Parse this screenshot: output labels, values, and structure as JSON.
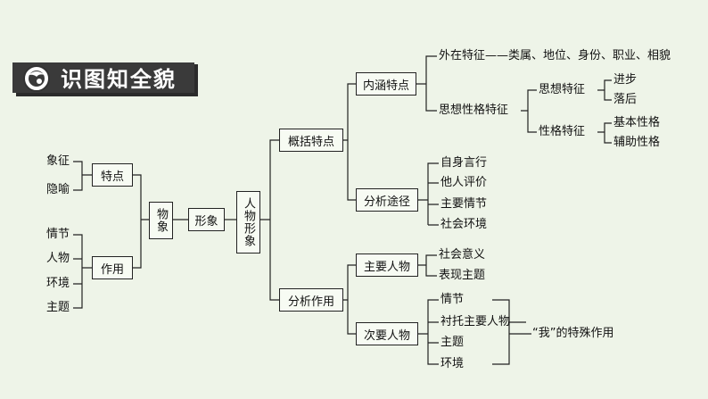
{
  "banner": {
    "title": "识图知全貌"
  },
  "left": {
    "tedian": {
      "label": "特点",
      "items": [
        "象征",
        "隐喻"
      ]
    },
    "zuoyong": {
      "label": "作用",
      "items": [
        "情节",
        "人物",
        "环境",
        "主题"
      ]
    },
    "wuxiang": "物象",
    "xingxiang": "形象",
    "renwu": "人物形象"
  },
  "upper": {
    "gaikuo": "概括特点",
    "neihan": "内涵特点",
    "waizai": "外在特征——类属、地位、身份、职业、相貌",
    "sixiang_xingge": "思想性格特征",
    "sixiang": "思想特征",
    "sixiang_items": [
      "进步",
      "落后"
    ],
    "xingge": "性格特征",
    "xingge_items": [
      "基本性格",
      "辅助性格"
    ],
    "fenxi": "分析途径",
    "fenxi_items": [
      "自身言行",
      "他人评价",
      "主要情节",
      "社会环境"
    ]
  },
  "lower": {
    "fenxizuoyong": "分析作用",
    "zhuyao": "主要人物",
    "zhuyao_items": [
      "社会意义",
      "表现主题"
    ],
    "ciyao": "次要人物",
    "ciyao_items": [
      "情节",
      "衬托主要人物",
      "主题",
      "环境"
    ],
    "wo": "“我”的特殊作用"
  }
}
